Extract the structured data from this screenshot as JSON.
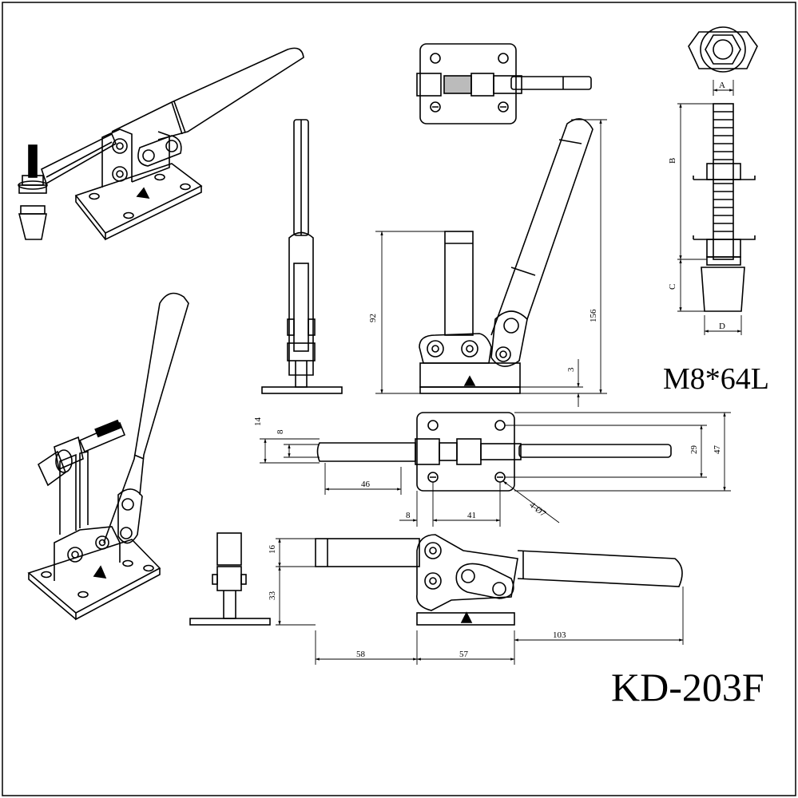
{
  "model": "KD-203F",
  "spindle_spec": "M8*64L",
  "spindle_labels": {
    "A": "A",
    "B": "B",
    "C": "C",
    "D": "D"
  },
  "dimensions": {
    "overall_height": "156",
    "pivot_height": "92",
    "base_thickness": "3",
    "top_offset": "14",
    "slot_width": "8",
    "slot_length": "46",
    "hole_spacing_y": "29",
    "base_width": "47",
    "hole_edge": "8",
    "hole_spacing_x": "41",
    "hole_spec": "4-Ø7",
    "bar_height": "16",
    "base_to_bar": "33",
    "bar_reach": "58",
    "base_length": "57",
    "handle_length": "103"
  }
}
